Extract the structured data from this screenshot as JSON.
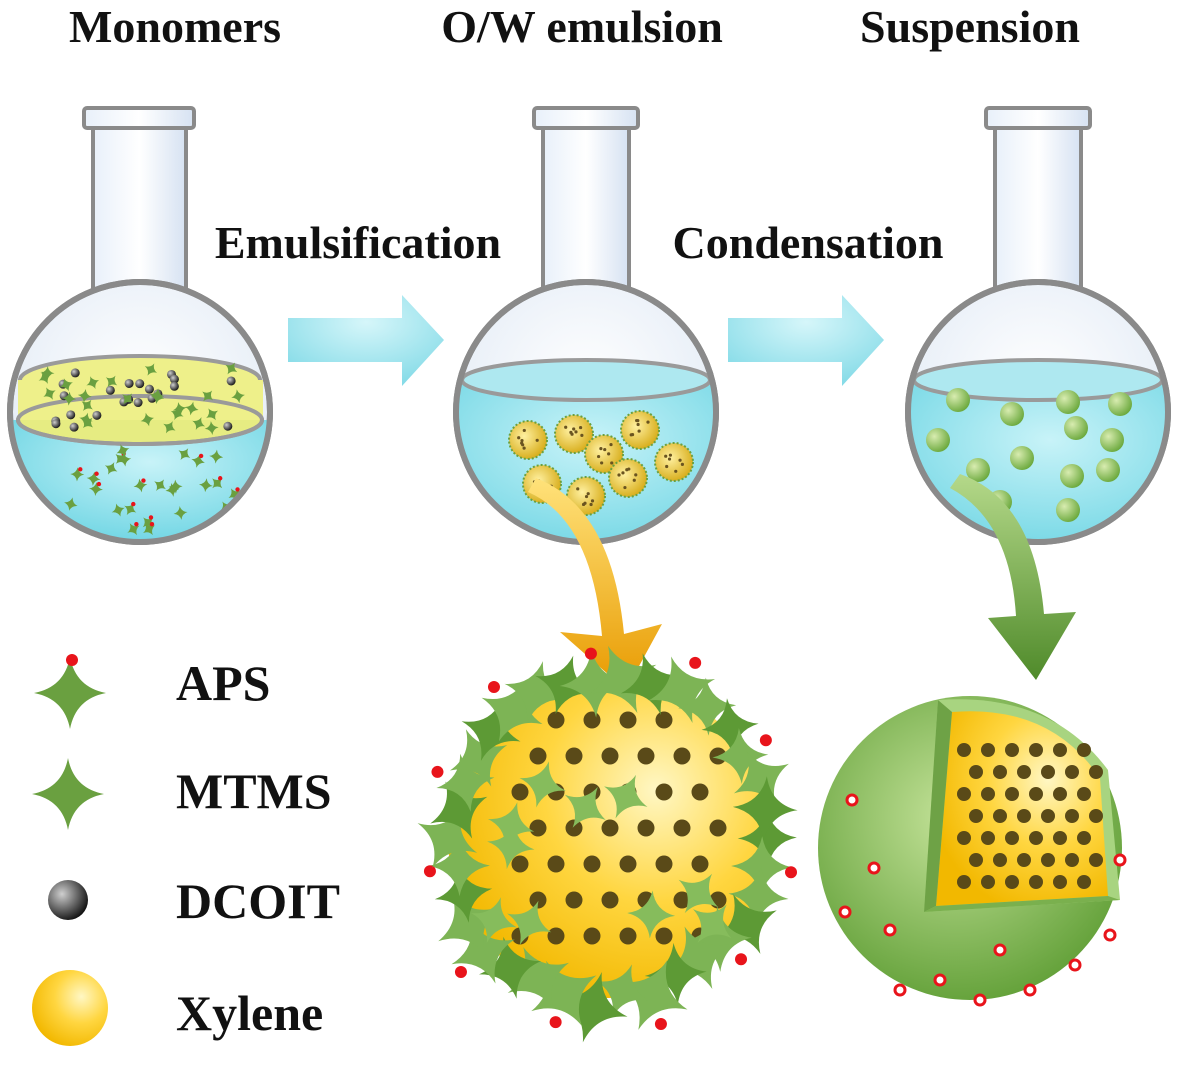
{
  "stages": [
    {
      "id": "monomers",
      "label": "Monomers"
    },
    {
      "id": "emulsion",
      "label": "O/W emulsion"
    },
    {
      "id": "suspension",
      "label": "Suspension"
    }
  ],
  "steps": [
    {
      "id": "emulsification",
      "label": "Emulsification"
    },
    {
      "id": "condensation",
      "label": "Condensation"
    }
  ],
  "legend": [
    {
      "id": "aps",
      "label": "APS",
      "icon": "aps-molecule-icon"
    },
    {
      "id": "mtms",
      "label": "MTMS",
      "icon": "mtms-molecule-icon"
    },
    {
      "id": "dcoit",
      "label": "DCOIT",
      "icon": "dcoit-sphere-icon"
    },
    {
      "id": "xylene",
      "label": "Xylene",
      "icon": "xylene-droplet-icon"
    }
  ],
  "colors": {
    "water": "#7fdbe8",
    "oil": "#eef08a",
    "arrow": "#a9eef5",
    "star": "#6aa040",
    "aps_dot": "#e8141b",
    "shell": "#8cc060",
    "core": "#f5c520",
    "dcoit": "#5a4a18"
  }
}
